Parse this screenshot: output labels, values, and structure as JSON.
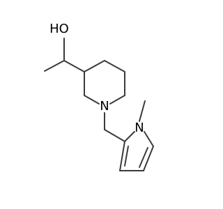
{
  "molecule": {
    "atoms": {
      "hydroxyl_label": "HO",
      "piperidine_nitrogen_label": "N",
      "pyrrole_nitrogen_label": "N"
    },
    "colors": {
      "bond": "#3a3a3a",
      "label": "#000000",
      "background": "#ffffff"
    }
  }
}
